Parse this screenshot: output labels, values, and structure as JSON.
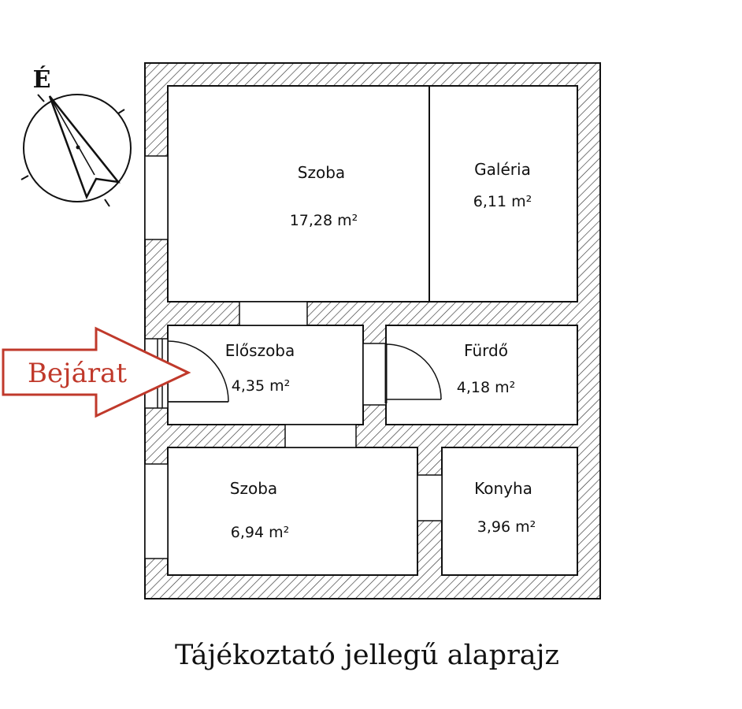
{
  "plan": {
    "caption": "Tájékoztató jellegű alaprajz",
    "north_label": "É",
    "entrance_label": "Bejárat",
    "entrance_color": "#c0392b",
    "wall_color": "#111111",
    "rooms": {
      "szoba_large": {
        "name": "Szoba",
        "area": "17,28 m²"
      },
      "galeria": {
        "name": "Galéria",
        "area": "6,11 m²"
      },
      "eloszoba": {
        "name": "Előszoba",
        "area": "4,35 m²"
      },
      "furdo": {
        "name": "Fürdő",
        "area": "4,18 m²"
      },
      "szoba_small": {
        "name": "Szoba",
        "area": "6,94 m²"
      },
      "konyha": {
        "name": "Konyha",
        "area": "3,96 m²"
      }
    }
  }
}
